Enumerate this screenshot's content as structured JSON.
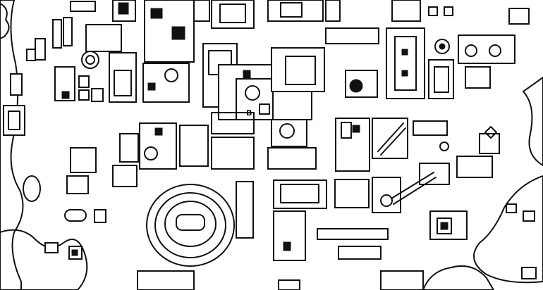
{
  "illustration": {
    "style": "black ink hand-drawn map of dense city blocks with an oval stadium",
    "colors": {
      "ink": "#111111",
      "paper": "#ffffff"
    },
    "labels": {
      "center_block_mark": "B",
      "hatch_mark": "xxx"
    }
  }
}
